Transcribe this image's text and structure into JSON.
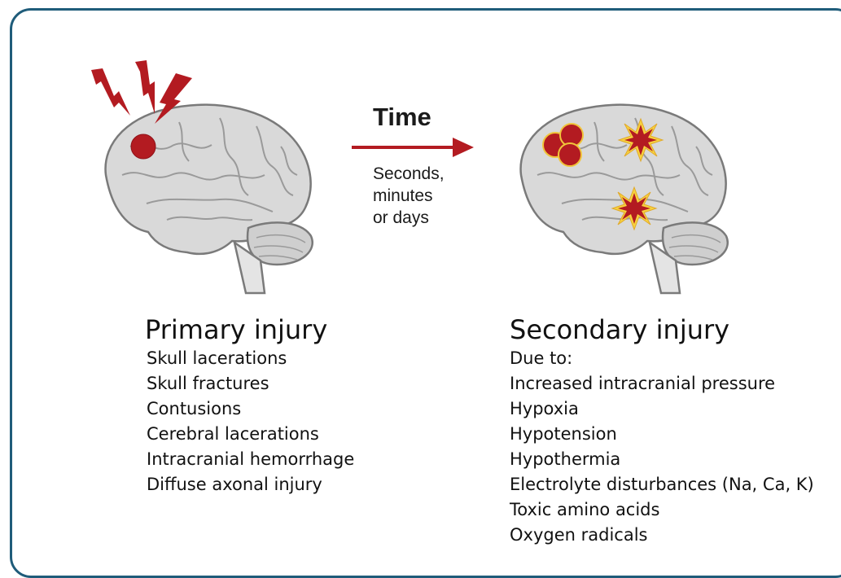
{
  "arrow": {
    "label": "Time",
    "sublines": [
      "Seconds,",
      "minutes",
      "or days"
    ],
    "color": "#b31b21"
  },
  "primary": {
    "title": "Primary injury",
    "items": [
      "Skull lacerations",
      "Skull fractures",
      "Contusions",
      "Cerebral lacerations",
      "Intracranial hemorrhage",
      "Diffuse axonal injury"
    ]
  },
  "secondary": {
    "title": "Secondary injury",
    "items": [
      "Due to:",
      "Increased intracranial pressure",
      "Hypoxia",
      "Hypotension",
      "Hypothermia",
      "Electrolyte disturbances (Na, Ca, K)",
      "Toxic amino acids",
      "Oxygen radicals"
    ]
  },
  "colors": {
    "border": "#1f5c7a",
    "brain_fill": "#d9d9d9",
    "brain_stroke": "#7a7a7a",
    "lesion": "#b31b21",
    "burst_halo": "#f7d23e"
  }
}
